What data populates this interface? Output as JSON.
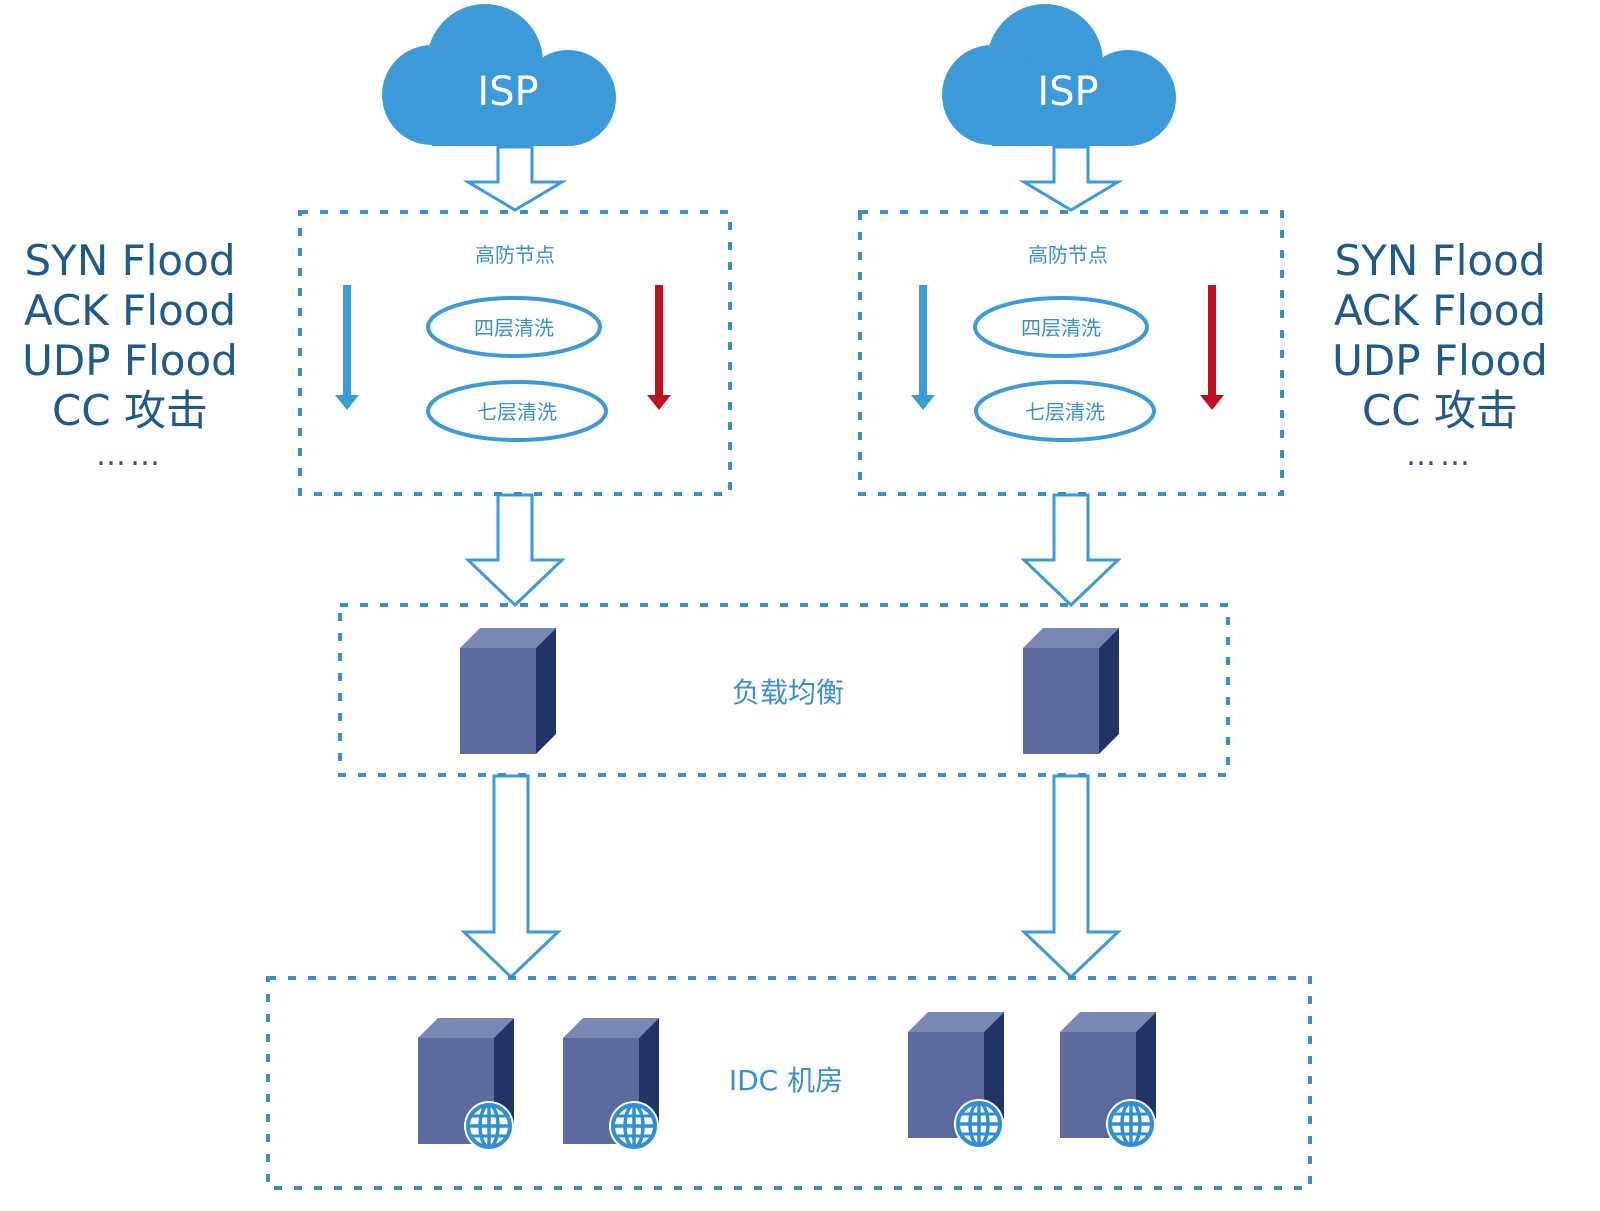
{
  "isp": {
    "left_label": "ISP",
    "right_label": "ISP"
  },
  "node": {
    "left": {
      "title": "高防节点",
      "l4": "四层清洗",
      "l7": "七层清洗"
    },
    "right": {
      "title": "高防节点",
      "l4": "四层清洗",
      "l7": "七层清洗"
    }
  },
  "load_balance": {
    "label": "负载均衡"
  },
  "idc": {
    "label": "IDC 机房"
  },
  "attacks": {
    "left": [
      "SYN Flood",
      "ACK Flood",
      "UDP Flood",
      "CC 攻击",
      "……"
    ],
    "right": [
      "SYN Flood",
      "ACK Flood",
      "UDP Flood",
      "CC 攻击",
      "……"
    ]
  },
  "colors": {
    "cloud": "#3d9ad9",
    "dashed_border": "#3b8fcf",
    "label_text": "#3b8fcf",
    "attack_text": "#1f5a8c",
    "clean_arrow": "#3d9ad9",
    "attack_arrow": "#c0111f",
    "server_front": "#5d6a9e",
    "server_top": "#7a86b4",
    "server_side": "#223466",
    "globe": "#2f8fd6"
  },
  "icons": [
    "cloud-icon",
    "server-icon",
    "globe-icon",
    "down-arrow-icon"
  ]
}
